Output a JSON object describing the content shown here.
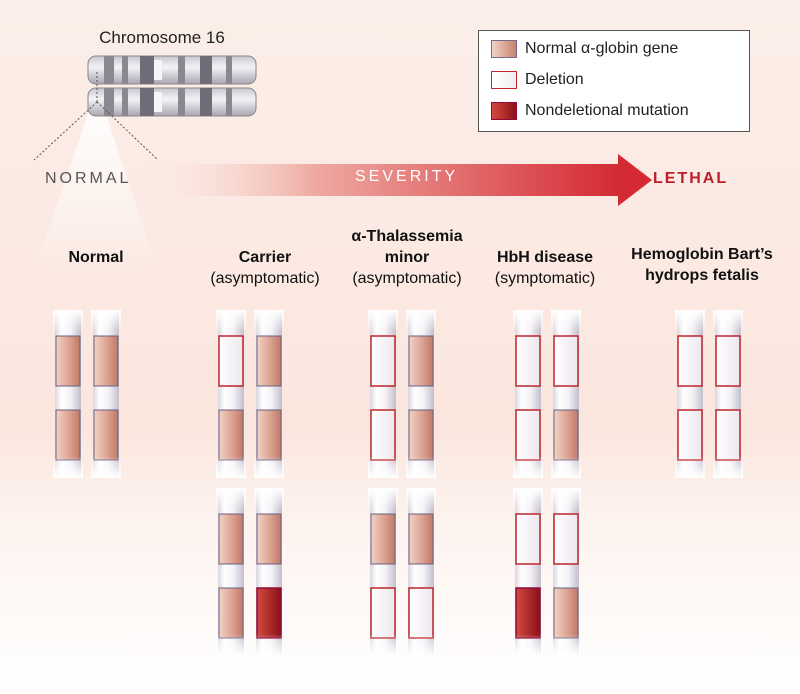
{
  "chromosome": {
    "title": "Chromosome 16"
  },
  "legend": {
    "items": [
      {
        "key": "normal",
        "label": "Normal α-globin gene",
        "color": "#c7826f"
      },
      {
        "key": "deletion",
        "label": "Deletion",
        "color": "#c0262c"
      },
      {
        "key": "mutation",
        "label": "Nondeletional mutation",
        "color": "#a01a1f"
      }
    ]
  },
  "severity": {
    "left_label": "NORMAL",
    "center_label": "SEVERITY",
    "right_label": "LETHAL",
    "arrow_color": "#d42a33"
  },
  "columns": [
    {
      "title_line1": "",
      "title_line2": "Normal",
      "subtitle": "",
      "pairs": [
        [
          [
            "normal",
            "normal"
          ],
          [
            "normal",
            "normal"
          ]
        ]
      ]
    },
    {
      "title_line1": "",
      "title_line2": "Carrier",
      "subtitle": "(asymptomatic)",
      "pairs": [
        [
          [
            "deletion",
            "normal"
          ],
          [
            "normal",
            "normal"
          ]
        ],
        [
          [
            "normal",
            "normal"
          ],
          [
            "normal",
            "mutation"
          ]
        ]
      ]
    },
    {
      "title_line1": "α-Thalassemia",
      "title_line2": "minor",
      "subtitle": "(asymptomatic)",
      "pairs": [
        [
          [
            "deletion",
            "deletion"
          ],
          [
            "normal",
            "normal"
          ]
        ],
        [
          [
            "normal",
            "deletion"
          ],
          [
            "normal",
            "deletion"
          ]
        ]
      ]
    },
    {
      "title_line1": "",
      "title_line2": "HbH disease",
      "subtitle": "(symptomatic)",
      "pairs": [
        [
          [
            "deletion",
            "deletion"
          ],
          [
            "deletion",
            "normal"
          ]
        ],
        [
          [
            "deletion",
            "mutation"
          ],
          [
            "deletion",
            "normal"
          ]
        ]
      ]
    },
    {
      "title_line1": "Hemoglobin Bart’s",
      "title_line2": "hydrops fetalis",
      "subtitle": "",
      "pairs": [
        [
          [
            "deletion",
            "deletion"
          ],
          [
            "deletion",
            "deletion"
          ]
        ]
      ]
    }
  ]
}
